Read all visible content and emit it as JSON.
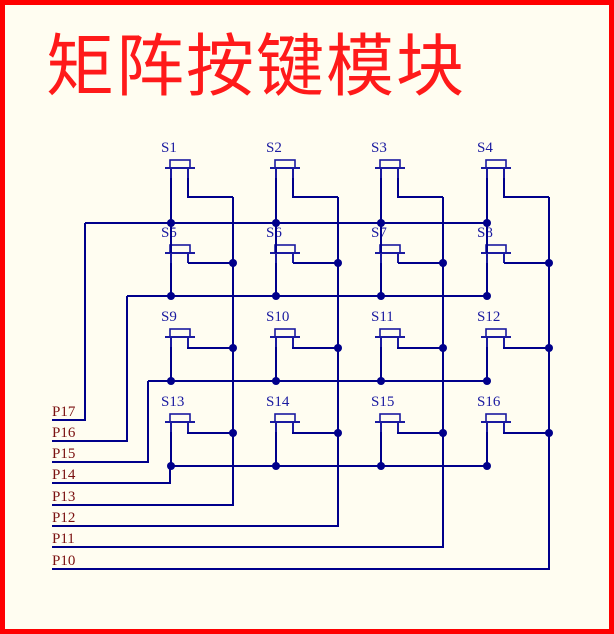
{
  "title": "矩阵按键模块",
  "switches": [
    "S1",
    "S2",
    "S3",
    "S4",
    "S5",
    "S6",
    "S7",
    "S8",
    "S9",
    "S10",
    "S11",
    "S12",
    "S13",
    "S14",
    "S15",
    "S16"
  ],
  "ports": [
    "P17",
    "P16",
    "P15",
    "P14",
    "P13",
    "P12",
    "P11",
    "P10"
  ],
  "colors": {
    "border": "#ff0000",
    "background": "#fffdf1",
    "title": "#ff1a1a",
    "wire": "#00008b",
    "switch": "#1a1aa0",
    "port_label": "#7a1010"
  }
}
